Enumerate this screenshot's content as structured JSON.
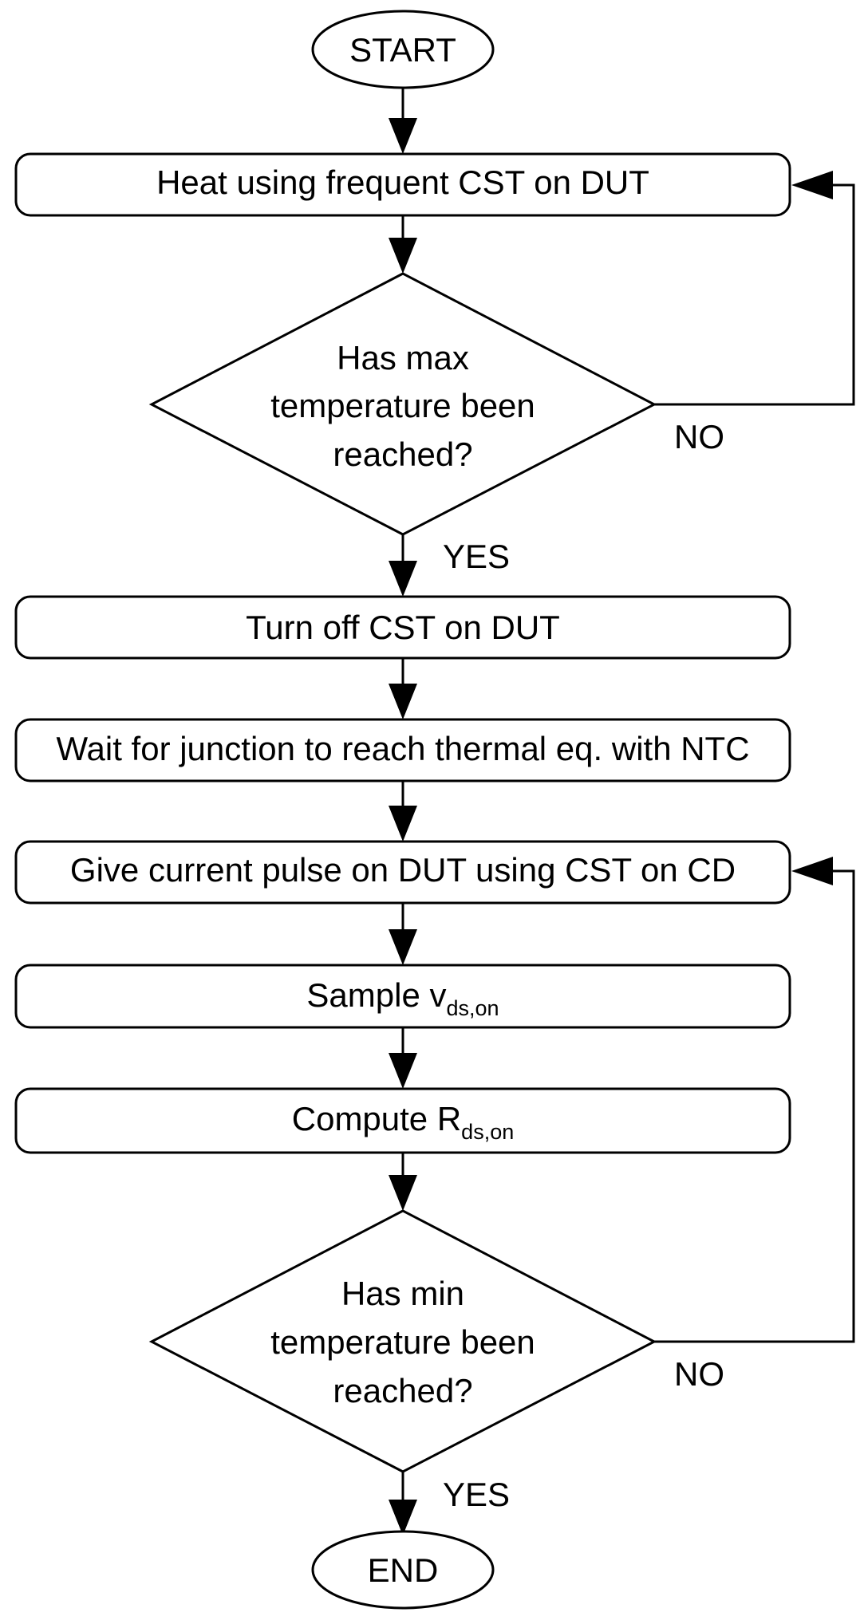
{
  "flowchart": {
    "start": "START",
    "end": "END",
    "steps": {
      "heat": "Heat using frequent CST on DUT",
      "turn_off": "Turn off CST on DUT",
      "wait": "Wait for junction to reach thermal eq. with NTC",
      "pulse": "Give current pulse on DUT using CST on CD",
      "sample": {
        "main": "Sample v",
        "sub": "ds,on"
      },
      "compute": {
        "main": "Compute R",
        "sub": "ds,on"
      }
    },
    "decisions": {
      "max_temp": [
        "Has max",
        "temperature been",
        "reached?"
      ],
      "min_temp": [
        "Has min",
        "temperature been",
        "reached?"
      ]
    },
    "branch_labels": {
      "max_no": "NO",
      "max_yes": "YES",
      "min_no": "NO",
      "min_yes": "YES"
    }
  }
}
